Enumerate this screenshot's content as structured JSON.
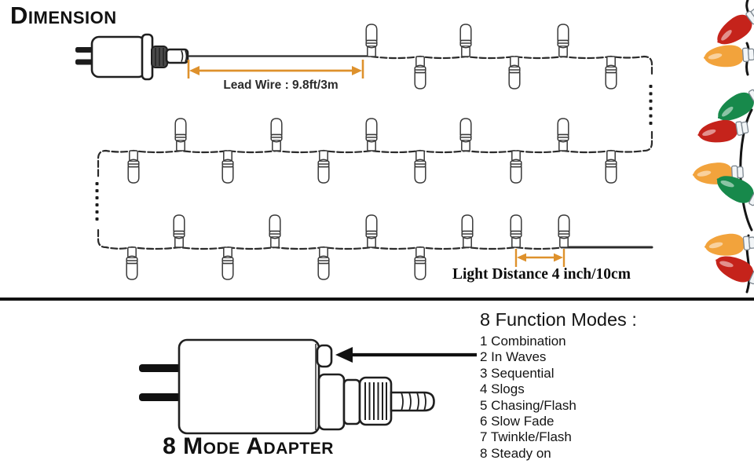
{
  "page": {
    "background": "#ffffff",
    "ink": "#111111",
    "wire_color": "#2b2b2b",
    "accent_orange": "#DE912C"
  },
  "dimension_section": {
    "title": "Dimension",
    "lead_wire_label": "Lead Wire : 9.8ft/3m",
    "light_distance_label": "Light Distance 4 inch/10cm",
    "string_rows": 3,
    "bulbs_per_row": [
      6,
      11,
      10
    ]
  },
  "adapter_section": {
    "adapter_label": "8 Mode Adapter",
    "modes_title": "8 Function Modes :",
    "modes": [
      "1 Combination",
      "2 In Waves",
      "3 Sequential",
      "4 Slogs",
      "5 Chasing/Flash",
      "6 Slow Fade",
      "7 Twinkle/Flash",
      "8 Steady on"
    ]
  },
  "decor_bulbs": {
    "colors": {
      "red": "#C5231B",
      "orange": "#F2A33C",
      "green": "#17894B"
    },
    "socket_color": "#f2f5f7",
    "sequence": [
      "red",
      "orange",
      "green",
      "red",
      "orange",
      "green",
      "orange",
      "red"
    ]
  }
}
